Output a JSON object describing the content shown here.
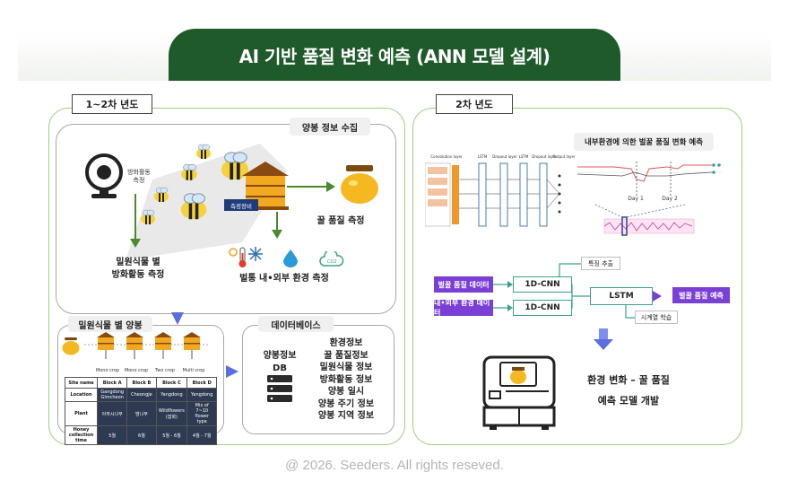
{
  "title": "AI 기반 품질 변화 예측 (ANN 모델 설계)",
  "left_panel": {
    "tag": "1~2차 년도",
    "collection": {
      "label": "양봉 정보 수집",
      "camera_label": "방화활동\n측정",
      "sensor_label": "측정장비",
      "honey_quality": "꿀 품질 측정",
      "flowering": "밀원식물 별\n방화활동 측정",
      "environment": "벌통 내•외부 환경 측정"
    },
    "beekeeping": {
      "label": "밀원식물 별 양봉",
      "crops": [
        "Mono crop",
        "Mono crop",
        "Two crop",
        "Multi crop"
      ],
      "table": {
        "headers": [
          "Site name",
          "Block A",
          "Block B",
          "Block C",
          "Block D"
        ],
        "rows": [
          {
            "name": "Location",
            "cells": [
              "Gangdong Gimcheon",
              "Cheongje",
              "Yangdong",
              "Yangdong"
            ]
          },
          {
            "name": "Plant",
            "cells": [
              "아까시나무",
              "밤나무",
              "Wildflowers (잡화)",
              "Mix of 7~10 flower type"
            ]
          },
          {
            "name": "Honey collection time",
            "cells": [
              "5월",
              "6월",
              "5월 - 6월",
              "4월 - 7월"
            ]
          }
        ]
      }
    },
    "database": {
      "label": "데이터베이스",
      "db_name": "양봉정보\nDB",
      "items": [
        "환경정보",
        "꿀 품질정보",
        "밀원식물 정보",
        "방화활동 정보",
        "양봉 일시",
        "양봉 주기 정보",
        "양봉 지역 정보"
      ]
    }
  },
  "right_panel": {
    "tag": "2차 년도",
    "chart_label": "내부환경에 의한 벌꿀 품질 변화 예측",
    "day1": "Day 1",
    "day2": "Day 2",
    "nn_layers": [
      "Convolution layer",
      "LSTM",
      "Dropout layer",
      "LSTM",
      "Dropout layer",
      "Output layer"
    ],
    "inputs": [
      "벌꿀 품질 데이터",
      "내•외부 환경 데이터"
    ],
    "cnn": "1D-CNN",
    "lstm": "LSTM",
    "output": "벌꿀 품질 예측",
    "feature_extract": "특징 추출",
    "time_series": "시계열 학습",
    "result": "환경 변화 – 꿀 품질\n예측 모델 개발"
  },
  "footer": "@ 2026. Seeders. All rights reseved.",
  "colors": {
    "title_green": "#1f5a2a",
    "panel_border": "#9dcf7a",
    "purple": "#7a40d6",
    "teal": "#3aa38a",
    "arrow_green": "#4a8a2e",
    "arrow_blue": "#5b6ee0"
  }
}
